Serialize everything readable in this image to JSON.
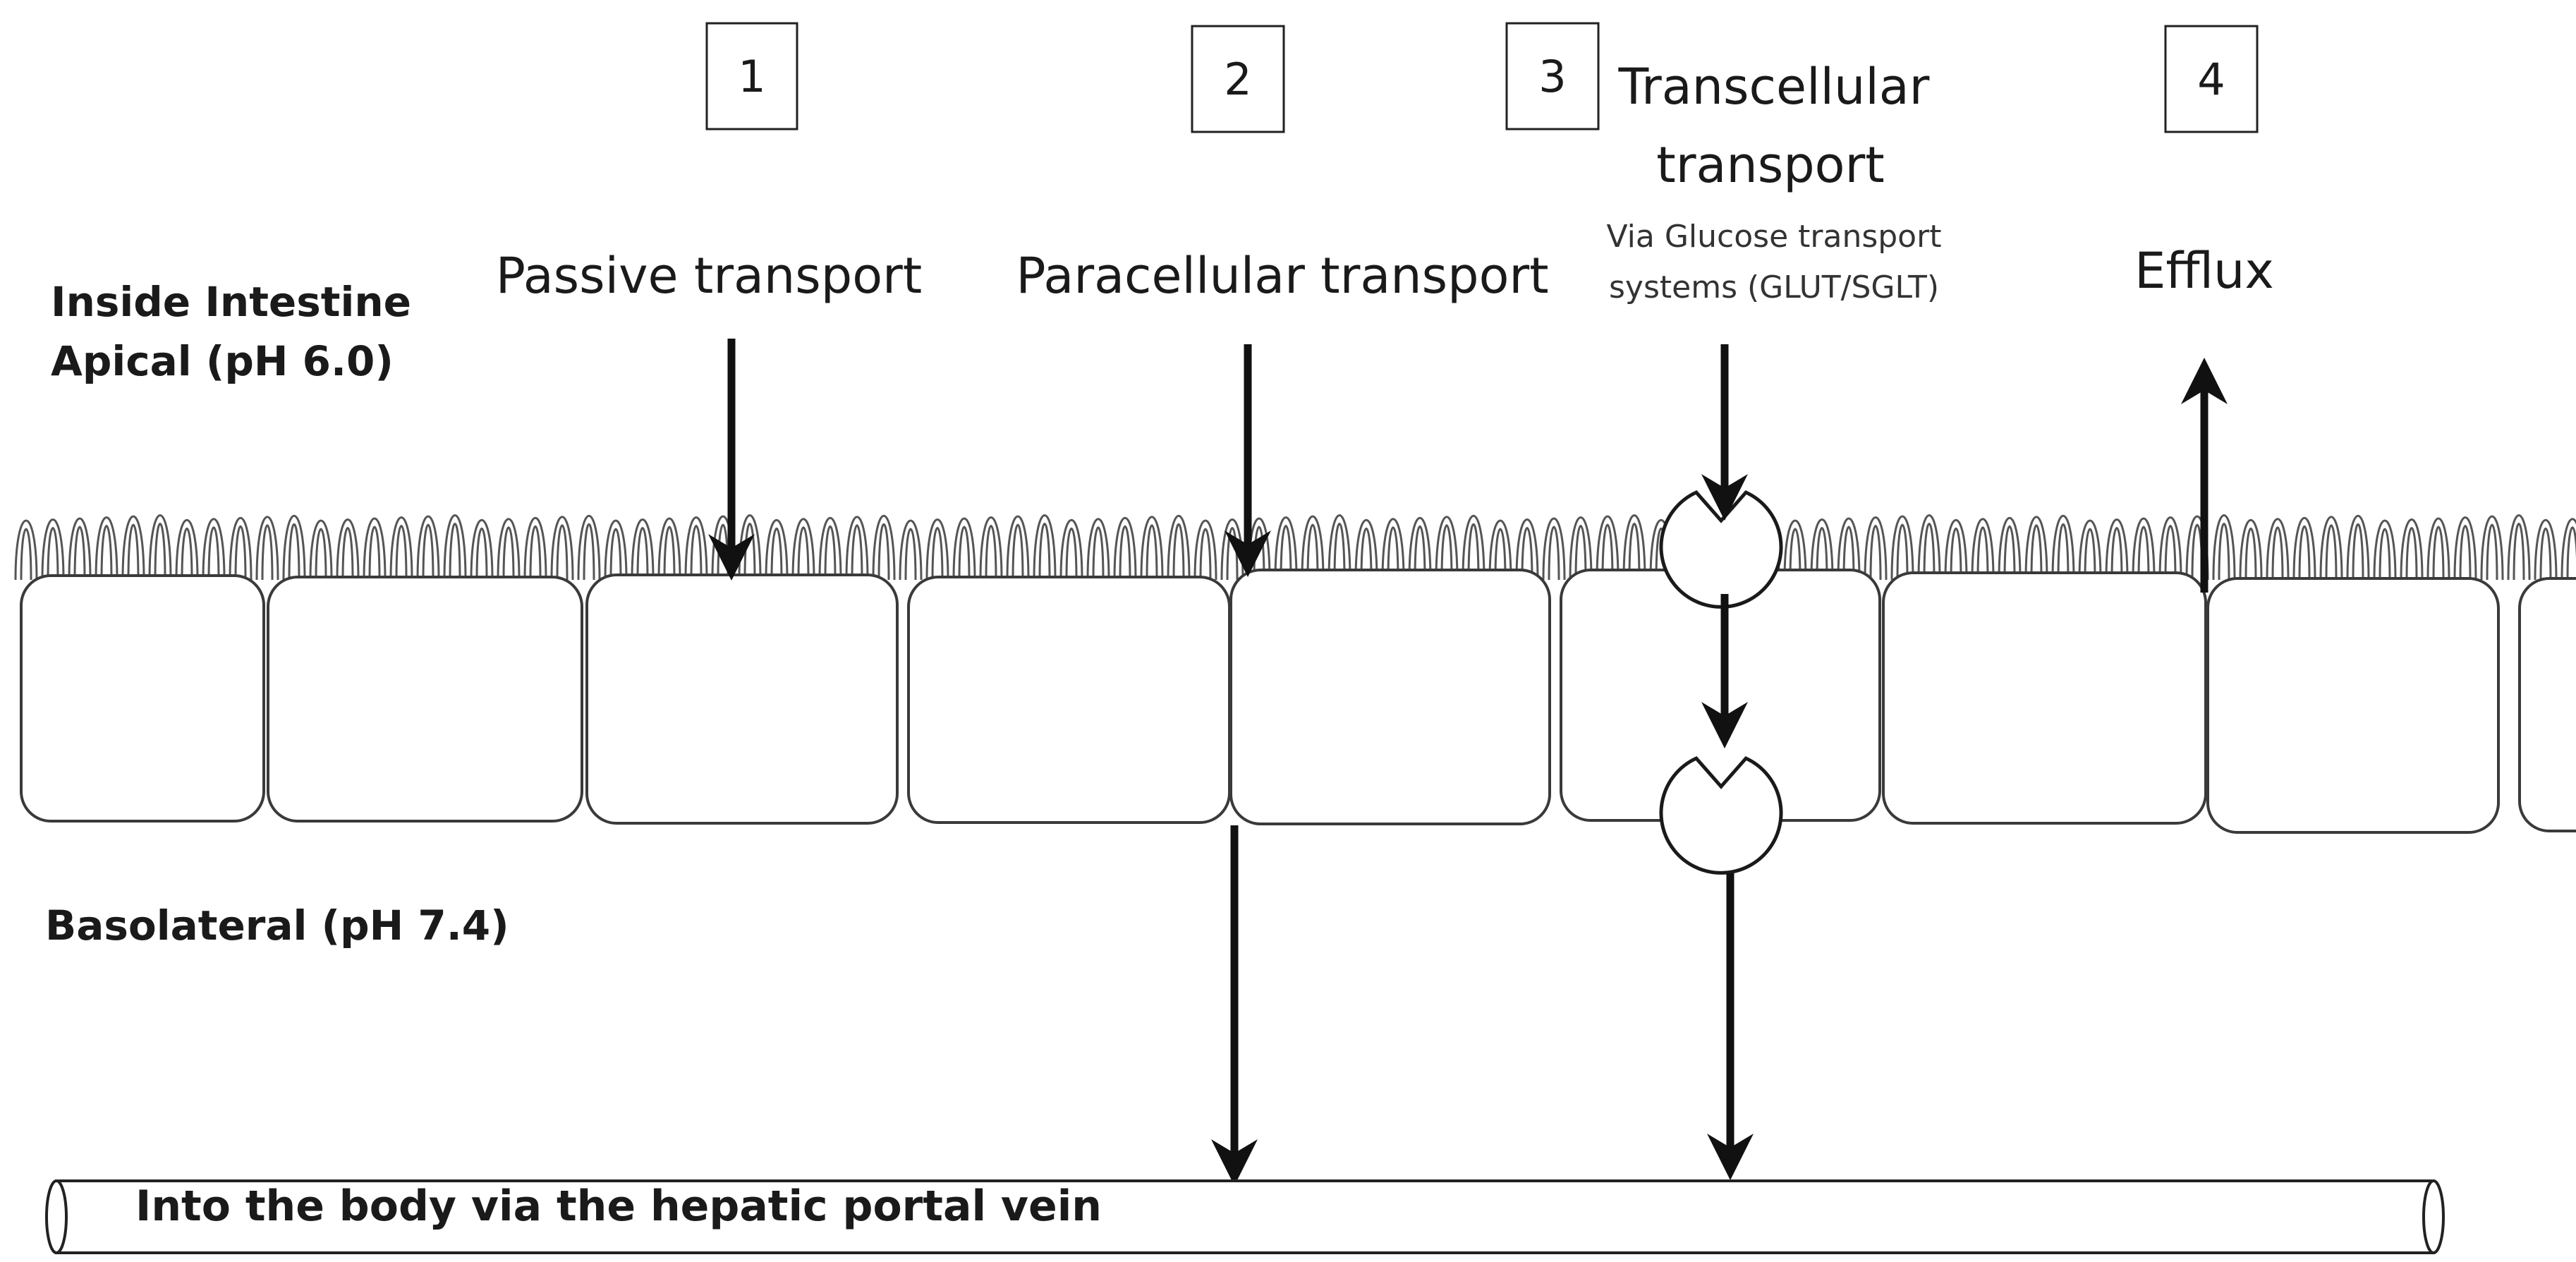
{
  "side_labels": {
    "apical_line1": "Inside Intestine",
    "apical_line2": "Apical (pH 6.0)",
    "basolateral": "Basolateral (pH 7.4)"
  },
  "steps": [
    {
      "number": "1",
      "label": "Passive transport"
    },
    {
      "number": "2",
      "label": "Paracellular transport"
    },
    {
      "number": "3",
      "label_line1": "Transcellular",
      "label_line2": "transport",
      "sub_line1": "Via Glucose transport",
      "sub_line2": "systems (GLUT/SGLT)"
    },
    {
      "number": "4",
      "label": "Efflux"
    }
  ],
  "vein_label": "Into the body via the hepatic portal vein"
}
